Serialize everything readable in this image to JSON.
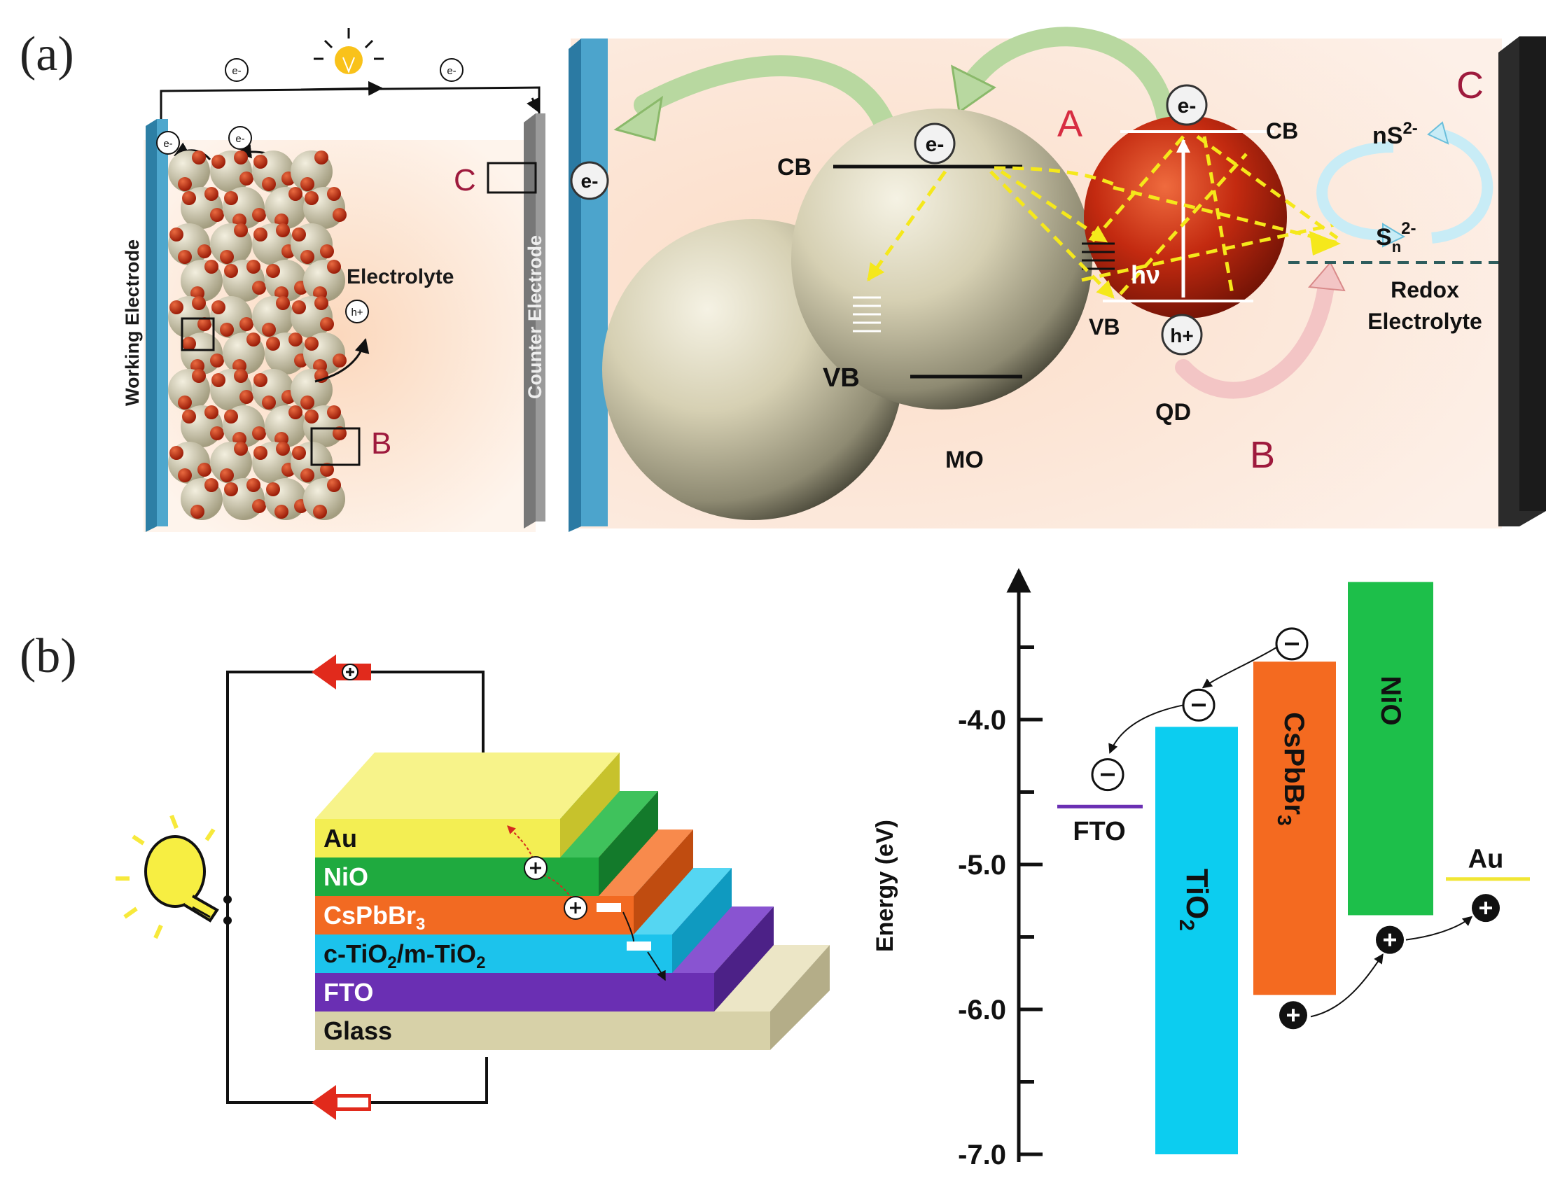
{
  "panel_labels": {
    "a": "(a)",
    "b": "(b)"
  },
  "panel_a": {
    "left": {
      "working_electrode": "Working Electrode",
      "counter_electrode": "Counter Electrode",
      "electrolyte": "Electrolyte",
      "electron": "e-",
      "hole": "h+",
      "label_B": "B",
      "label_C": "C"
    },
    "right": {
      "label_A": "A",
      "label_B": "B",
      "label_C": "C",
      "cb_left": "CB",
      "vb_left": "VB",
      "cb_right": "CB",
      "vb_right": "VB",
      "mo": "MO",
      "qd": "QD",
      "hv": "hν",
      "electron": "e-",
      "hole": "h+",
      "redox_line1": "Redox",
      "redox_line2": "Electrolyte",
      "nS_base": "nS",
      "nS_sup": "2-",
      "Sn_base": "S",
      "Sn_sub": "n",
      "Sn_sup": "2-"
    }
  },
  "panel_b": {
    "layers": [
      {
        "name": "Au",
        "color": "#f3ee53"
      },
      {
        "name": "NiO",
        "color": "#1faa3f"
      },
      {
        "name": "CsPbBr3",
        "base": "CsPbBr",
        "sub": "3",
        "color": "#f26a22"
      },
      {
        "name": "c-TiO2/m-TiO2",
        "part1": "c-TiO",
        "sub1": "2",
        "part2": "/m-TiO",
        "sub2": "2",
        "color": "#1cc3ec"
      },
      {
        "name": "FTO",
        "color": "#6a2fb3"
      },
      {
        "name": "Glass",
        "color": "#d7d1a8"
      }
    ],
    "energy_diagram": {
      "ylabel": "Energy (eV)",
      "ticks": [
        "-4.0",
        "-5.0",
        "-6.0",
        "-7.0"
      ],
      "fto": {
        "label": "FTO",
        "level": -4.6,
        "color": "#6a2fb3"
      },
      "tio2": {
        "base": "TiO",
        "sub": "2",
        "top": -4.05,
        "bottom": -7.0,
        "color": "#0ccdf0"
      },
      "cspbbr3": {
        "base": "CsPbBr",
        "sub": "3",
        "top": -3.6,
        "bottom": -5.9,
        "color": "#f46a20"
      },
      "nio": {
        "label": "NiO",
        "top": -3.05,
        "bottom": -5.35,
        "color": "#1dbf4a"
      },
      "au": {
        "label": "Au",
        "level": -5.1,
        "color": "#f1e634"
      }
    }
  }
}
